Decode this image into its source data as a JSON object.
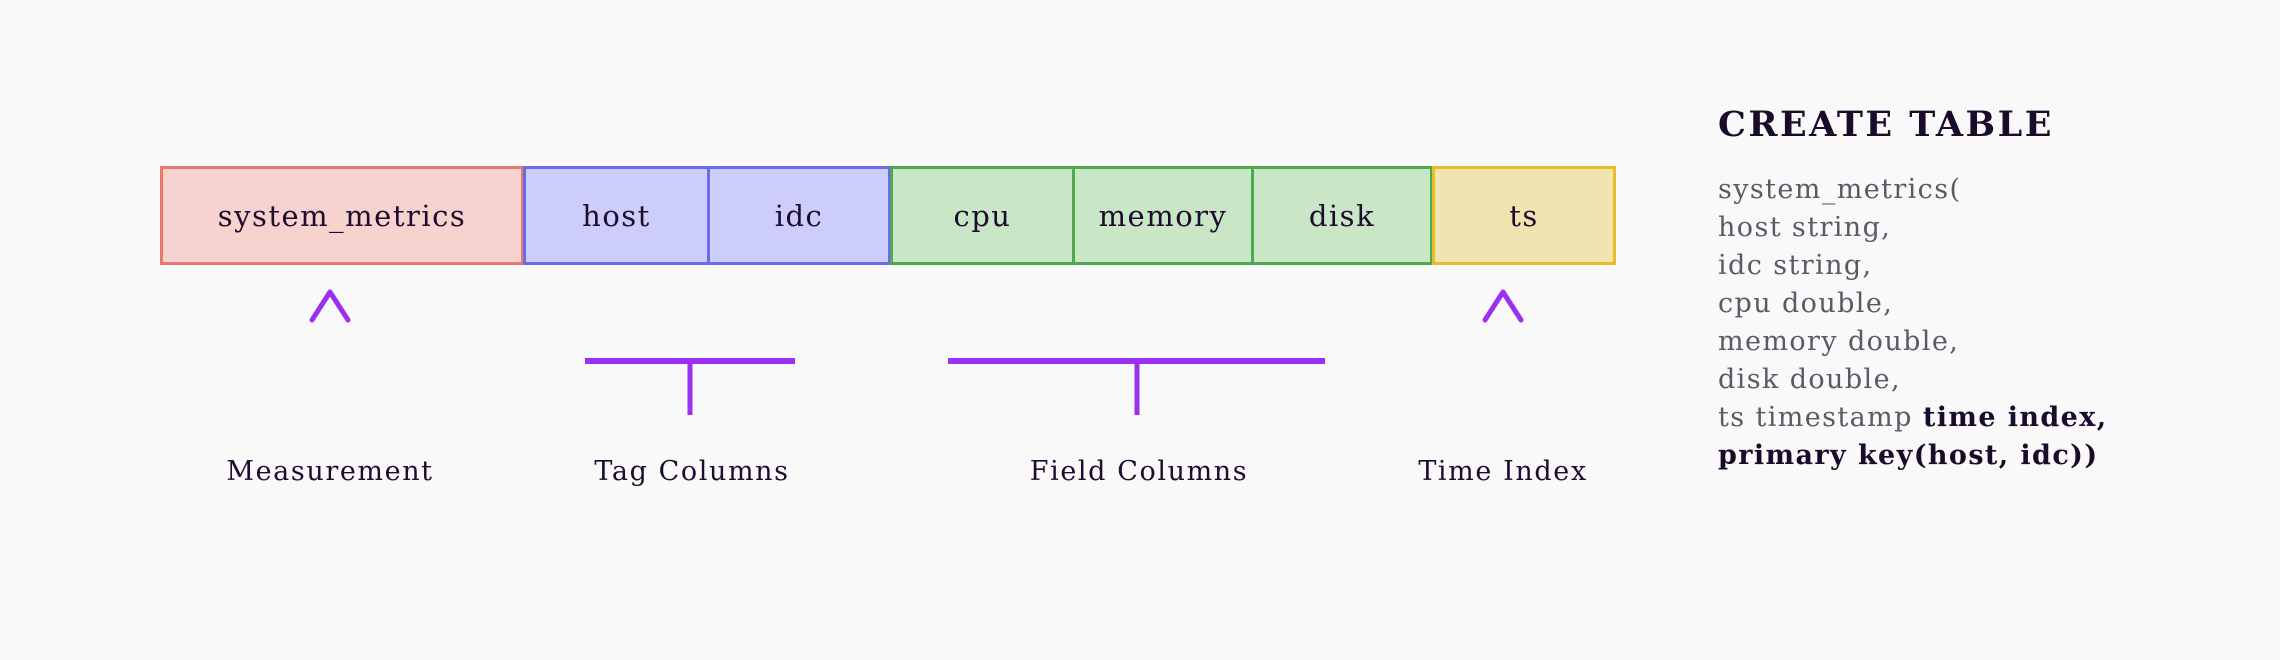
{
  "theme": {
    "background": "#f9f9fa",
    "text_dark": "#1e0c2e",
    "code_text": "#5a5a66",
    "connector": "#9b30f0"
  },
  "diagram": {
    "groups": [
      {
        "kind": "measurement",
        "fill": "#f6d3ce",
        "border": "#e8796e",
        "cells": [
          {
            "label": "system_metrics"
          }
        ]
      },
      {
        "kind": "tag",
        "fill": "#cdcdfb",
        "border": "#6b6be8",
        "cells": [
          {
            "label": "host"
          },
          {
            "label": "idc"
          }
        ]
      },
      {
        "kind": "field",
        "fill": "#c9e6c6",
        "border": "#4faa4f",
        "cells": [
          {
            "label": "cpu"
          },
          {
            "label": "memory"
          },
          {
            "label": "disk"
          }
        ]
      },
      {
        "kind": "time",
        "fill": "#f2e4b0",
        "border": "#e9bd28",
        "cells": [
          {
            "label": "ts"
          }
        ]
      }
    ],
    "legends": [
      {
        "key": "measurement",
        "label": "Measurement",
        "connector": "arrow"
      },
      {
        "key": "tag",
        "label": "Tag Columns",
        "connector": "bracket"
      },
      {
        "key": "field",
        "label": "Field Columns",
        "connector": "bracket"
      },
      {
        "key": "time",
        "label": "Time Index",
        "connector": "arrow"
      }
    ]
  },
  "code": {
    "title": "CREATE TABLE",
    "lines": [
      {
        "parts": [
          {
            "text": "system_metrics(",
            "bold": false
          }
        ]
      },
      {
        "parts": [
          {
            "text": "host string,",
            "bold": false
          }
        ]
      },
      {
        "parts": [
          {
            "text": "idc string,",
            "bold": false
          }
        ]
      },
      {
        "parts": [
          {
            "text": "cpu double,",
            "bold": false
          }
        ]
      },
      {
        "parts": [
          {
            "text": "memory double,",
            "bold": false
          }
        ]
      },
      {
        "parts": [
          {
            "text": "disk double,",
            "bold": false
          }
        ]
      },
      {
        "parts": [
          {
            "text": "ts timestamp ",
            "bold": false
          },
          {
            "text": "time index,",
            "bold": true
          }
        ]
      },
      {
        "parts": [
          {
            "text": "primary key(host, idc))",
            "bold": true
          }
        ]
      }
    ]
  }
}
